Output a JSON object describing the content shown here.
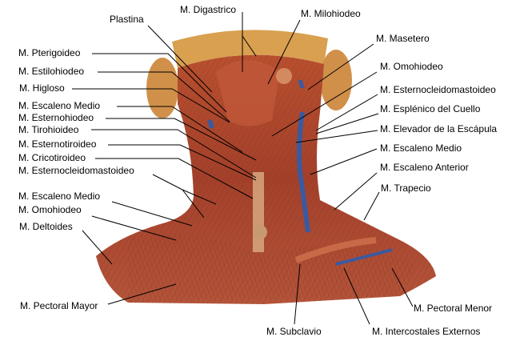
{
  "labels": {
    "plastina": "Plastina",
    "digastrico": "M. Digastrico",
    "milohiodeo": "M. Milohiodeo",
    "pterigoideo": "M. Pterigoideo",
    "estilohiodeo": "M. Estilohiodeo",
    "higloso": "M. Higloso",
    "escaleno_medio_l1": "M. Escaleno Medio",
    "esternohiodeo": "M. Esternohiodeo",
    "tirohioideo": "M. Tirohioideo",
    "esternotiroideo": "M. Esternotiroideo",
    "cricotiroideo": "M. Cricotiroideo",
    "esternocleidomastoideo_l": "M. Esternocleidomastoideo",
    "escaleno_medio_l2": "M. Escaleno Medio",
    "omohiodeo_l": "M. Omohiodeo",
    "deltoides": "M. Deltoides",
    "pectoral_mayor": "M. Pectoral Mayor",
    "subclavio": "M. Subclavio",
    "intercostales_externos": "M. Intercostales Externos",
    "pectoral_menor": "M. Pectoral Menor",
    "masetero": "M. Masetero",
    "omohiodeo_r": "M. Omohiodeo",
    "esternocleidomastoideo_r": "M. Esternocleidomastoideo",
    "esplenico_cuello": "M. Esplénico del Cuello",
    "elevador_escapula": "M. Elevador de la Escápula",
    "escaleno_medio_r": "M. Escaleno Medio",
    "escaleno_anterior": "M. Escaleno Anterior",
    "trapecio": "M. Trapecio"
  },
  "colors": {
    "muscle": "#a8402a",
    "skin": "#d9a050",
    "vein": "#3a5aa0",
    "leader": "#000000"
  }
}
